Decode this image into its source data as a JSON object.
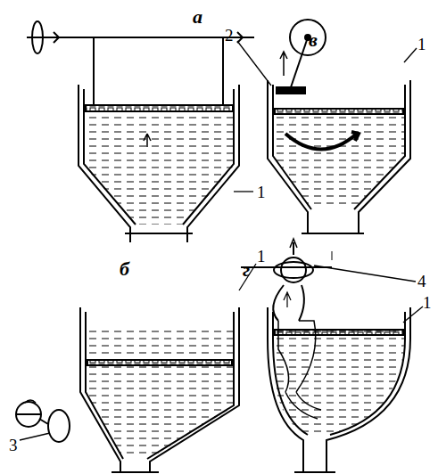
{
  "diagram": {
    "labels": [
      "а",
      "в",
      "1",
      "2",
      "1",
      "б",
      "г",
      "1",
      "4",
      "3",
      "1"
    ]
  }
}
